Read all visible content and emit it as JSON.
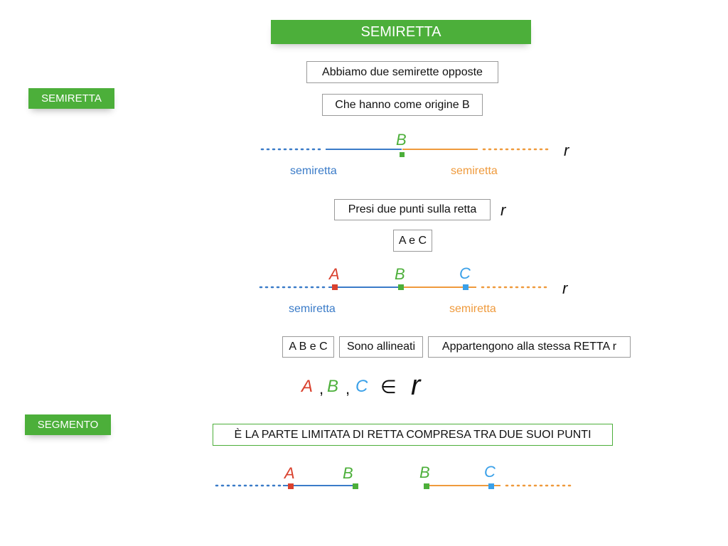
{
  "title": "SEMIRETTA",
  "side_labels": {
    "semiretta": "SEMIRETTA",
    "segmento": "SEGMENTO"
  },
  "boxes": {
    "two_rays": "Abbiamo due semirette opposte",
    "origin": "Che hanno come origine B",
    "two_points": "Presi due punti sulla retta",
    "a_c": "A e C",
    "abc": "A B e C",
    "aligned": "Sono allineati",
    "belong": "Appartengono alla stessa RETTA r",
    "segment_def": "È LA PARTE LIMITATA DI RETTA COMPRESA TRA DUE SUOI PUNTI"
  },
  "line_name": "r",
  "points": {
    "A": "A",
    "B": "B",
    "C": "C"
  },
  "ray_caption": "semiretta",
  "membership": {
    "comma": ",",
    "element_of": "∈"
  },
  "colors": {
    "green": "#4caf3a",
    "blue": "#3a7bc8",
    "orange": "#ef9a3c",
    "red": "#d9412e",
    "lightblue": "#3aa0e8"
  }
}
